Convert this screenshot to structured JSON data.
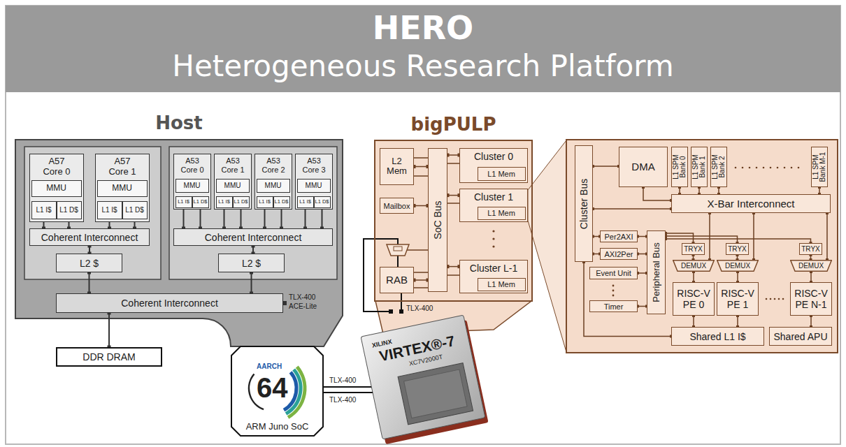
{
  "diagram": {
    "title": "HERO",
    "nodes": [
      {
        "text": [
          "Host"
        ]
      },
      {
        "text": [
          "A57 Core 0"
        ],
        "in": 0
      },
      {
        "text": [
          "MMU"
        ],
        "in": 1
      },
      {
        "text": [
          "L1 I$"
        ],
        "in": 1
      },
      {
        "text": [
          "L1 D$"
        ],
        "in": 1
      },
      {
        "text": [
          "A57 Core 1"
        ],
        "in": 0
      },
      {
        "text": [
          "MMU"
        ],
        "in": 5
      },
      {
        "text": [
          "L1 I$"
        ],
        "in": 5
      },
      {
        "text": [
          "L1 D$"
        ],
        "in": 5
      },
      {
        "text": [
          "Coherent Interconnect"
        ],
        "in": 0
      },
      {
        "text": [
          "L2 $"
        ],
        "in": 0
      },
      {
        "text": [
          "A53 Core 0"
        ],
        "in": 0
      },
      {
        "text": [
          "MMU"
        ],
        "in": 11
      },
      {
        "text": [
          "L1 I$"
        ],
        "in": 11
      },
      {
        "text": [
          "L1 D$"
        ],
        "in": 11
      },
      {
        "text": [
          "A53 Core 1"
        ],
        "in": 0
      },
      {
        "text": [
          "MMU"
        ],
        "in": 15
      },
      {
        "text": [
          "L1 I$"
        ],
        "in": 15
      },
      {
        "text": [
          "L1 D$"
        ],
        "in": 15
      },
      {
        "text": [
          "A53 Core 2"
        ],
        "in": 0
      },
      {
        "text": [
          "MMU"
        ],
        "in": 19
      },
      {
        "text": [
          "L1 I$"
        ],
        "in": 19
      },
      {
        "text": [
          "L1 D$"
        ],
        "in": 19
      },
      {
        "text": [
          "A53 Core 3"
        ],
        "in": 0
      },
      {
        "text": [
          "MMU"
        ],
        "in": 23
      },
      {
        "text": [
          "L1 I$"
        ],
        "in": 23
      },
      {
        "text": [
          "L1 D$"
        ],
        "in": 23
      },
      {
        "text": [
          "Coherent Interconnect"
        ],
        "in": 0
      },
      {
        "text": [
          "L2 $"
        ],
        "in": 0
      },
      {
        "text": [
          "Coherent Interconnect"
        ],
        "in": 0
      },
      {
        "text": [
          "DDR DRAM"
        ]
      },
      {
        "text": [
          "ARM Juno SoC"
        ]
      },
      {
        "text": [
          "bigPULP"
        ]
      },
      {
        "text": [
          "L2 Mem"
        ],
        "in": 32
      },
      {
        "text": [
          "Mailbox"
        ],
        "in": 32
      },
      {
        "text": [
          "RAB"
        ],
        "in": 32
      },
      {
        "text": [
          "SoC Bus"
        ],
        "in": 32
      },
      {
        "text": [
          "Cluster 0"
        ],
        "in": 32
      },
      {
        "text": [
          "L1 Mem"
        ],
        "in": 37
      },
      {
        "text": [
          "Cluster 1"
        ],
        "in": 32
      },
      {
        "text": [
          "L1 Mem"
        ],
        "in": 39
      },
      {
        "text": [
          "Cluster L-1"
        ],
        "in": 32
      },
      {
        "text": [
          "L1 Mem"
        ],
        "in": 41
      },
      {
        "text": [
          "Cluster Bus"
        ]
      },
      {
        "text": [
          "DMA"
        ]
      },
      {
        "text": [
          "L1 SPM Bank 0"
        ]
      },
      {
        "text": [
          "L1 SPM Bank 1"
        ]
      },
      {
        "text": [
          "L1 SPM Bank 2"
        ]
      },
      {
        "text": [
          "L1 SPM Bank M-1"
        ]
      },
      {
        "text": [
          "X-Bar Interconnect"
        ]
      },
      {
        "text": [
          "Per2AXI"
        ]
      },
      {
        "text": [
          "AXI2Per"
        ]
      },
      {
        "text": [
          "Event Unit"
        ]
      },
      {
        "text": [
          "Timer"
        ]
      },
      {
        "text": [
          "Peripheral Bus"
        ]
      },
      {
        "text": [
          "TRYX"
        ]
      },
      {
        "text": [
          "TRYX"
        ]
      },
      {
        "text": [
          "TRYX"
        ]
      },
      {
        "text": [
          "DEMUX"
        ]
      },
      {
        "text": [
          "DEMUX"
        ]
      },
      {
        "text": [
          "DEMUX"
        ]
      },
      {
        "text": [
          "RISC-V PE 0"
        ]
      },
      {
        "text": [
          "RISC-V PE 1"
        ]
      },
      {
        "text": [
          "RISC-V PE N-1"
        ]
      },
      {
        "text": [
          "Shared L1 I$"
        ]
      },
      {
        "text": [
          "Shared APU"
        ]
      }
    ],
    "edges": [
      {
        "from": 3,
        "to": 9,
        "arrow": "none"
      },
      {
        "from": 4,
        "to": 9,
        "arrow": "none"
      },
      {
        "from": 7,
        "to": 9,
        "arrow": "none"
      },
      {
        "from": 8,
        "to": 9,
        "arrow": "none"
      },
      {
        "from": 9,
        "to": 10,
        "arrow": "none"
      },
      {
        "from": 10,
        "to": 29,
        "arrow": "none"
      },
      {
        "from": 13,
        "to": 27,
        "arrow": "none"
      },
      {
        "from": 14,
        "to": 27,
        "arrow": "none"
      },
      {
        "from": 17,
        "to": 27,
        "arrow": "none"
      },
      {
        "from": 18,
        "to": 27,
        "arrow": "none"
      },
      {
        "from": 21,
        "to": 27,
        "arrow": "none"
      },
      {
        "from": 22,
        "to": 27,
        "arrow": "none"
      },
      {
        "from": 25,
        "to": 27,
        "arrow": "none"
      },
      {
        "from": 26,
        "to": 27,
        "arrow": "none"
      },
      {
        "from": 27,
        "to": 28,
        "arrow": "none"
      },
      {
        "from": 28,
        "to": 29,
        "arrow": "none"
      },
      {
        "from": 29,
        "to": 30,
        "arrow": "none"
      },
      {
        "from": 33,
        "to": 36,
        "arrow": "none"
      },
      {
        "from": 34,
        "to": 36,
        "arrow": "none"
      },
      {
        "from": 35,
        "to": 36,
        "arrow": "none"
      },
      {
        "from": 36,
        "to": 37,
        "arrow": "none"
      },
      {
        "from": 36,
        "to": 39,
        "arrow": "none"
      },
      {
        "from": 36,
        "to": 41,
        "arrow": "none"
      },
      {
        "from": 43,
        "to": 44,
        "arrow": "none"
      },
      {
        "from": 44,
        "to": 49,
        "arrow": "none"
      },
      {
        "from": 43,
        "to": 49,
        "arrow": "none"
      },
      {
        "from": 45,
        "to": 49,
        "arrow": "none"
      },
      {
        "from": 46,
        "to": 49,
        "arrow": "none"
      },
      {
        "from": 47,
        "to": 49,
        "arrow": "none"
      },
      {
        "from": 48,
        "to": 49,
        "arrow": "none"
      },
      {
        "from": 43,
        "to": 50,
        "arrow": "none"
      },
      {
        "from": 43,
        "to": 51,
        "arrow": "none"
      },
      {
        "from": 50,
        "to": 54,
        "arrow": "none"
      },
      {
        "from": 51,
        "to": 54,
        "arrow": "none"
      },
      {
        "from": 52,
        "to": 54,
        "arrow": "none"
      },
      {
        "from": 53,
        "to": 54,
        "arrow": "none"
      },
      {
        "from": 54,
        "to": 55,
        "arrow": "none"
      },
      {
        "from": 54,
        "to": 56,
        "arrow": "none"
      },
      {
        "from": 54,
        "to": 57,
        "arrow": "none"
      },
      {
        "from": 49,
        "to": 58,
        "arrow": "none"
      },
      {
        "from": 49,
        "to": 59,
        "arrow": "none"
      },
      {
        "from": 49,
        "to": 60,
        "arrow": "none"
      },
      {
        "from": 55,
        "to": 58,
        "arrow": "none"
      },
      {
        "from": 56,
        "to": 59,
        "arrow": "none"
      },
      {
        "from": 57,
        "to": 60,
        "arrow": "none"
      },
      {
        "from": 58,
        "to": 61,
        "arrow": "none"
      },
      {
        "from": 59,
        "to": 62,
        "arrow": "none"
      },
      {
        "from": 60,
        "to": 63,
        "arrow": "none"
      },
      {
        "from": 61,
        "to": 64,
        "arrow": "none"
      },
      {
        "from": 62,
        "to": 64,
        "arrow": "none"
      },
      {
        "from": 63,
        "to": 65,
        "arrow": "none"
      },
      {
        "from": 43,
        "to": 64,
        "arrow": "none"
      }
    ],
    "labels": [
      "Heterogeneous Research Platform",
      "TLX-400",
      "ACE-Lite",
      "TLX-400",
      "AARCH",
      "64",
      "TLX-400",
      "TLX-400",
      "XILINX",
      "VIRTEX®-7",
      "XC7V2000T"
    ]
  }
}
